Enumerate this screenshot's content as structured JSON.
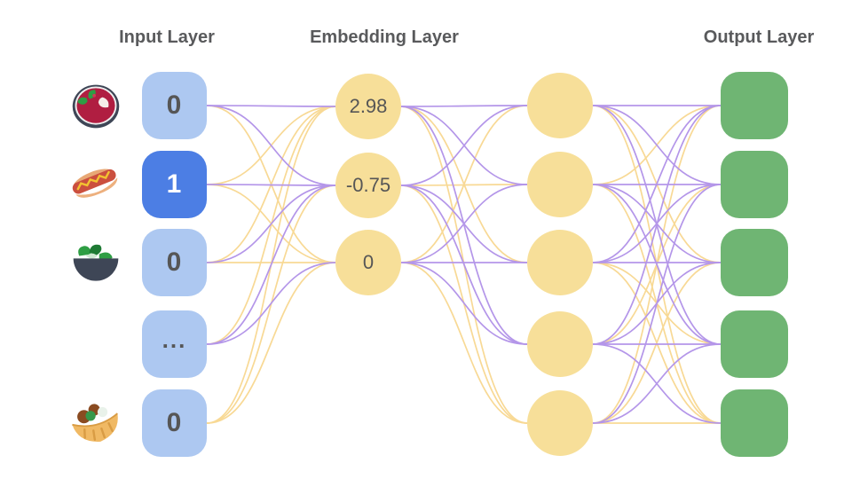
{
  "titles": {
    "input": "Input Layer",
    "embedding": "Embedding Layer",
    "output": "Output Layer"
  },
  "input_layer": {
    "nodes": [
      {
        "label": "0",
        "active": false,
        "icon": "borscht-icon"
      },
      {
        "label": "1",
        "active": true,
        "icon": "hotdog-icon"
      },
      {
        "label": "0",
        "active": false,
        "icon": "salad-icon"
      },
      {
        "label": "...",
        "active": false,
        "icon": null
      },
      {
        "label": "0",
        "active": false,
        "icon": "pita-icon"
      }
    ]
  },
  "embedding_layer": {
    "nodes": [
      {
        "label": "2.98"
      },
      {
        "label": "-0.75"
      },
      {
        "label": "0"
      }
    ]
  },
  "hidden_layer": {
    "node_count": 5
  },
  "output_layer": {
    "node_count": 5
  },
  "edges": {
    "input_to_embedding": [
      [
        "p",
        "p",
        "y"
      ],
      [
        "y",
        "p",
        "y"
      ],
      [
        "y",
        "p",
        "y"
      ],
      [
        "y",
        "p",
        "p"
      ],
      [
        "y",
        "y",
        "y"
      ]
    ],
    "embedding_to_hidden": [
      [
        "p",
        "p",
        "y",
        "p",
        "y"
      ],
      [
        "p",
        "y",
        "p",
        "p",
        "y"
      ],
      [
        "y",
        "p",
        "p",
        "p",
        "y"
      ]
    ],
    "hidden_to_output": [
      [
        "p",
        "p",
        "y",
        "p",
        "y"
      ],
      [
        "y",
        "p",
        "p",
        "p",
        "y"
      ],
      [
        "p",
        "p",
        "p",
        "y",
        "y"
      ],
      [
        "p",
        "y",
        "p",
        "p",
        "p"
      ],
      [
        "y",
        "p",
        "y",
        "p",
        "y"
      ]
    ]
  },
  "palette": {
    "purple_edge": "#B496E9",
    "yellow_edge": "#F8D995",
    "node_yellow": "#F7DF99",
    "input_blue": "#ADC8F1",
    "input_active_blue": "#4C7EE4",
    "output_green": "#6FB573",
    "title_gray": "#595A5C",
    "value_gray": "#565656"
  }
}
